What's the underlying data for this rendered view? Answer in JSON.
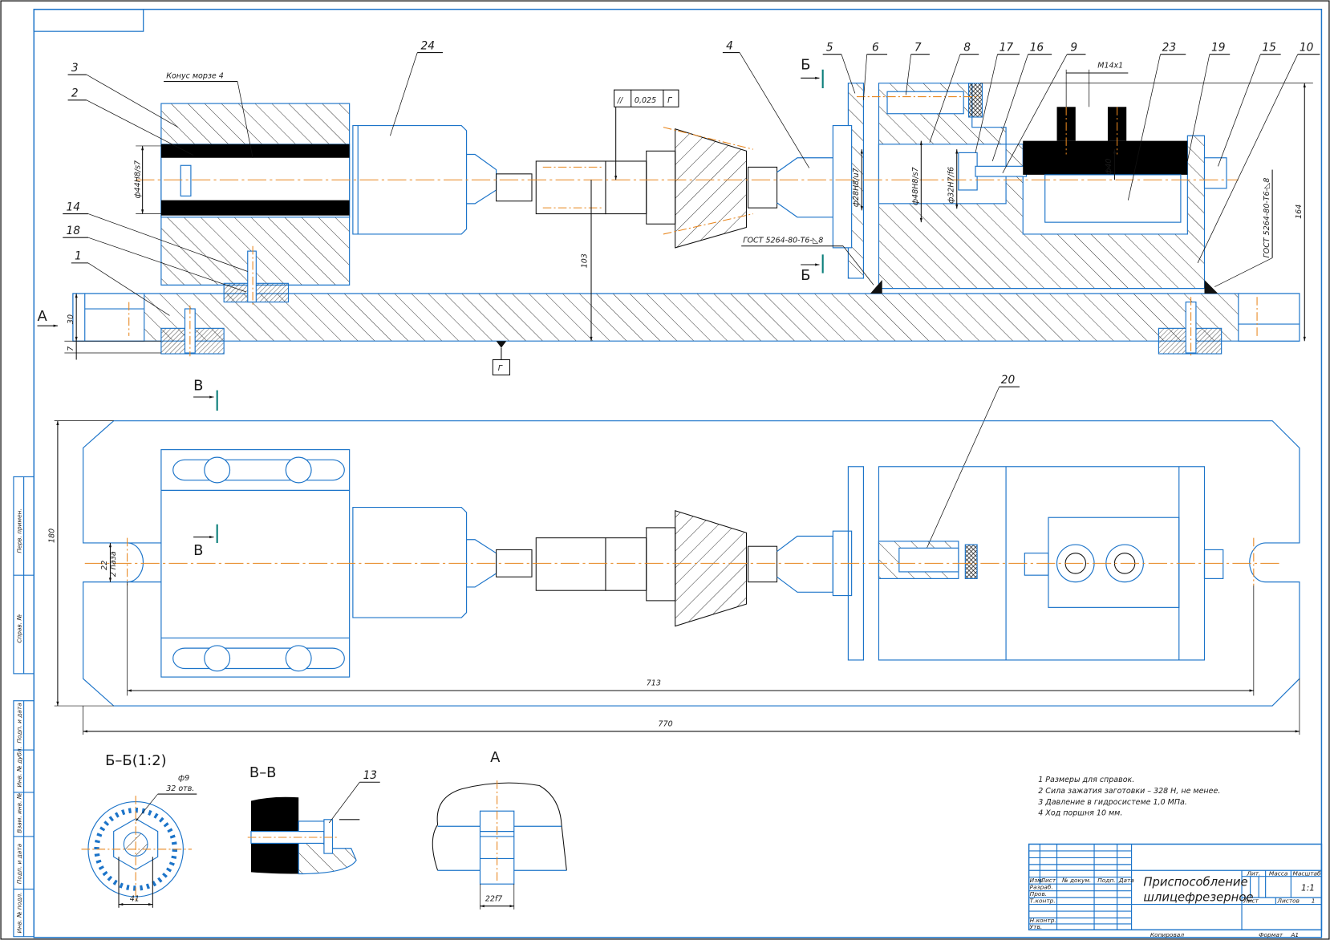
{
  "drawing": {
    "title_line1": "Приспособление",
    "title_line2": "шлицефрезерное",
    "scale": "1:1",
    "sheet_label": "Лист",
    "sheets_label": "Листов",
    "sheets_count": "1",
    "copied_label": "Копировал",
    "format_label": "Формат",
    "format_value": "A1",
    "header": {
      "lit": "Лит.",
      "mass": "Масса",
      "scale": "Масштаб"
    },
    "columns": [
      "Изм.",
      "Лист",
      "№ докум.",
      "Подп.",
      "Дата"
    ],
    "rows": [
      "Разраб.",
      "Пров.",
      "Т.контр.",
      "",
      "Н.контр.",
      "Утв."
    ]
  },
  "margin_stamp": [
    "Перв. примен.",
    "Справ. №",
    "Подп. и дата",
    "Инв. № дубл.",
    "Взам. инв. №",
    "Подп. и дата",
    "Инв. № подл."
  ],
  "notes": [
    "1 Размеры для справок.",
    "2 Сила зажатия заготовки – 328 Н, не менее.",
    "3 Давление в гидросистеме 1,0 МПа.",
    "4 Ход поршня 10 мм."
  ],
  "callouts": {
    "p1": "1",
    "p2": "2",
    "p3": "3",
    "p4": "4",
    "p5": "5",
    "p6": "6",
    "p7": "7",
    "p8": "8",
    "p9": "9",
    "p10": "10",
    "p13": "13",
    "p14": "14",
    "p15": "15",
    "p16": "16",
    "p17": "17",
    "p18": "18",
    "p19": "19",
    "p20": "20",
    "p23": "23",
    "p24": "24"
  },
  "annotations": {
    "morse": "Конус морзе 4",
    "thread": "M14x1",
    "weld_left": "ГОСТ 5264-80-Т6-◺8",
    "weld_right": "ГОСТ 5264-80-Т6-◺8",
    "tol_symbol": "//",
    "tol_value": "0,025",
    "tol_datum": "Г",
    "datum_label": "Г"
  },
  "dimensions": {
    "d44": "ф44H8/s7",
    "d28": "ф28H8/u7",
    "d48": "ф48H8/s7",
    "d32": "ф32H7/f6",
    "d40": "ф40",
    "h103": "103",
    "h164": "164",
    "h30": "30",
    "h7": "7",
    "w180": "180",
    "w22": "22",
    "slot": "2 паза",
    "l713": "713",
    "l770": "770",
    "d9": "ф9",
    "holes": "32 отв.",
    "w41": "41",
    "f22": "22f7"
  },
  "views": {
    "section_bb": "Б–Б(1:2)",
    "section_vv": "В–В",
    "view_a": "А",
    "mark_a": "А",
    "mark_b_top": "Б",
    "mark_b_bottom": "Б",
    "mark_v_top": "В",
    "mark_v_bottom": "В"
  }
}
